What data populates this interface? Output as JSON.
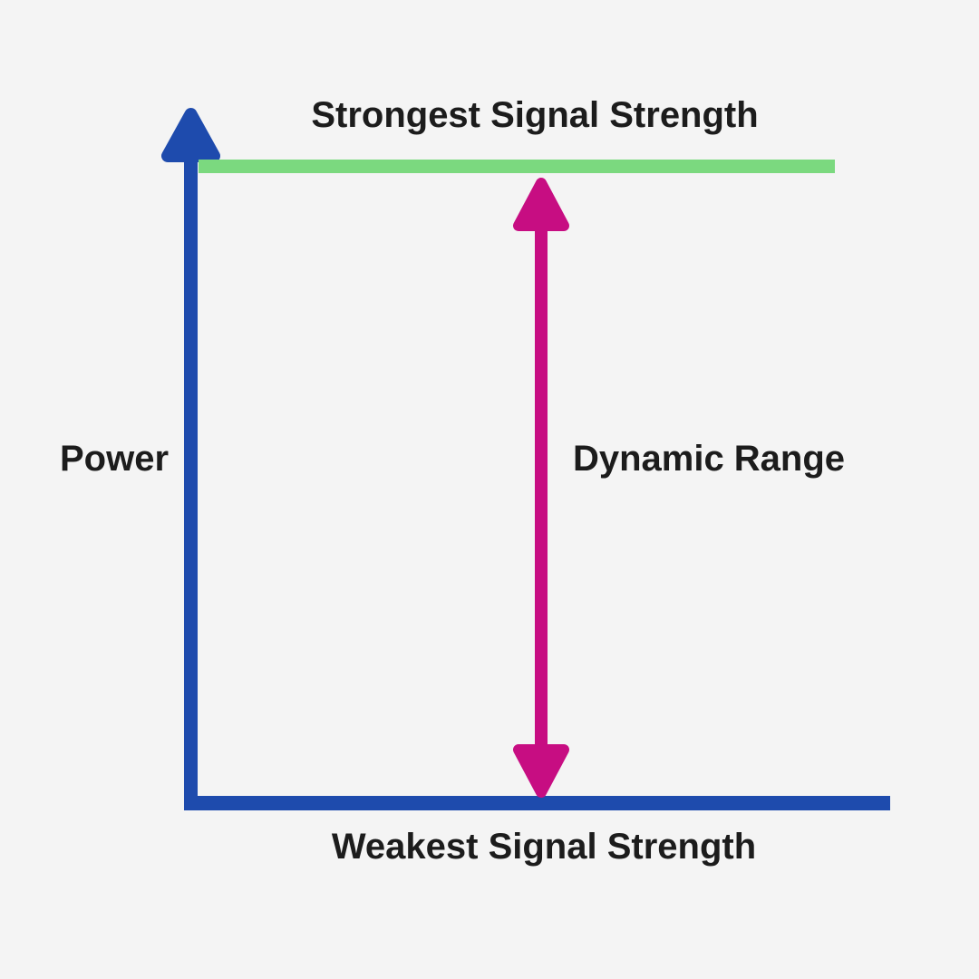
{
  "diagram": {
    "top_label": "Strongest Signal Strength",
    "axis_label": "Power",
    "range_label": "Dynamic Range",
    "bottom_label": "Weakest Signal Strength"
  },
  "colors": {
    "background": "#f4f4f4",
    "axis_blue": "#1e4bad",
    "strongest_line_green": "#7bd97f",
    "dynamic_range_magenta": "#c70d82",
    "text": "#1c1c1c"
  }
}
